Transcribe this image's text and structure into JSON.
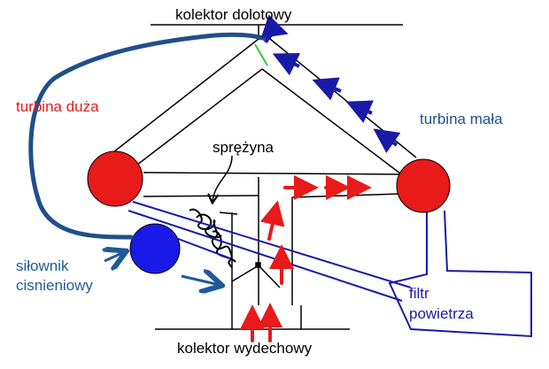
{
  "labels": {
    "top_manifold": "kolektor dolotowy",
    "bottom_manifold": "kolektor wydechowy",
    "big_turbine": "turbina duża",
    "small_turbine": "turbina mała",
    "spring": "sprężyna",
    "actuator_line1": "siłownik",
    "actuator_line2": "cisnieniowy",
    "filter_line1": "filtr",
    "filter_line2": "powietrza"
  },
  "colors": {
    "black": "#000000",
    "red": "#e81a1a",
    "blue": "#1a1aa8",
    "dark_blue": "#1f4f8a",
    "mid_blue": "#1f5a9a",
    "green": "#2ecc2e"
  }
}
